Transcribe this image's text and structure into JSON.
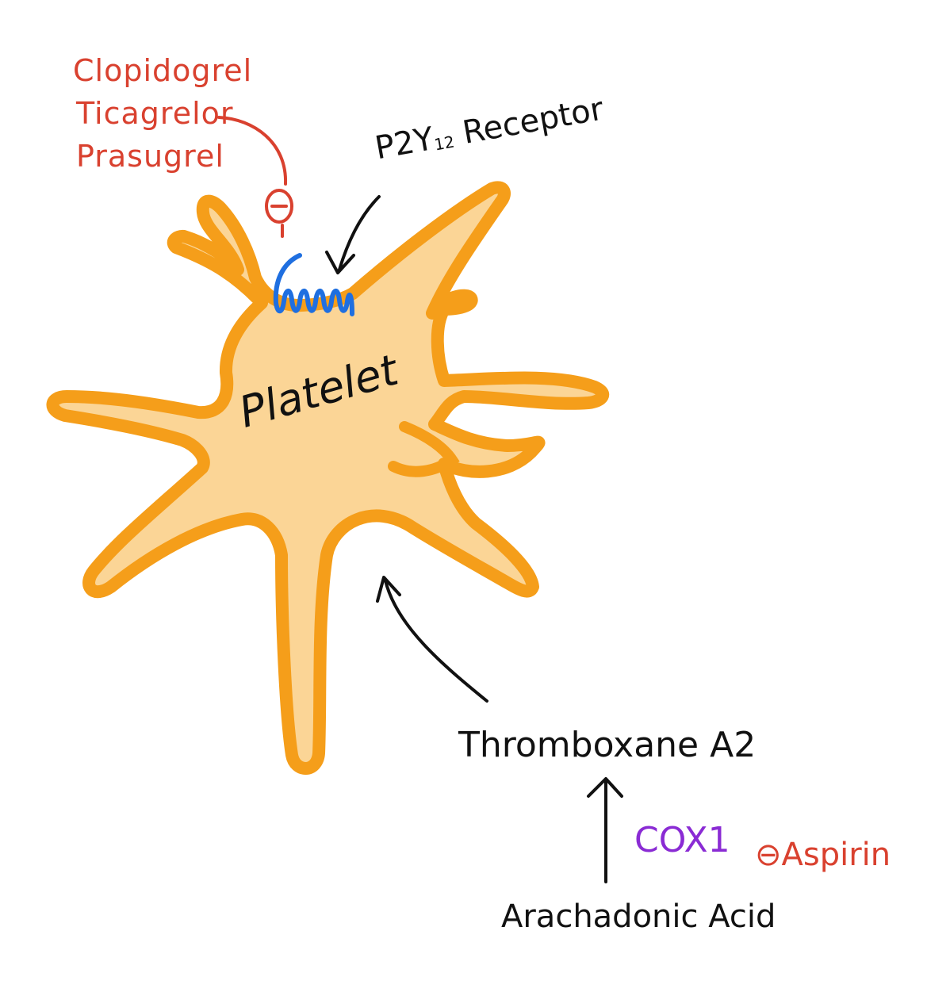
{
  "colors": {
    "inhibitor_red": "#d9412f",
    "platelet_fill": "#fbd596",
    "platelet_outline": "#f59e1a",
    "receptor_blue": "#1f6fe0",
    "enzyme_purple": "#8a2bd4",
    "ink_black": "#111111"
  },
  "inhibitors_p2y12": [
    "Clopidogrel",
    "Ticagrelor",
    "Prasugrel"
  ],
  "inhibition_symbol": "⊖",
  "receptor": {
    "name_main": "P2Y",
    "name_sub": "12",
    "name_suffix": " Receptor"
  },
  "cell_label": "Platelet",
  "pathway": {
    "product": "Thromboxane A2",
    "enzyme": "COX1",
    "substrate": "Arachadonic Acid",
    "enzyme_inhibitor": "Aspirin"
  }
}
